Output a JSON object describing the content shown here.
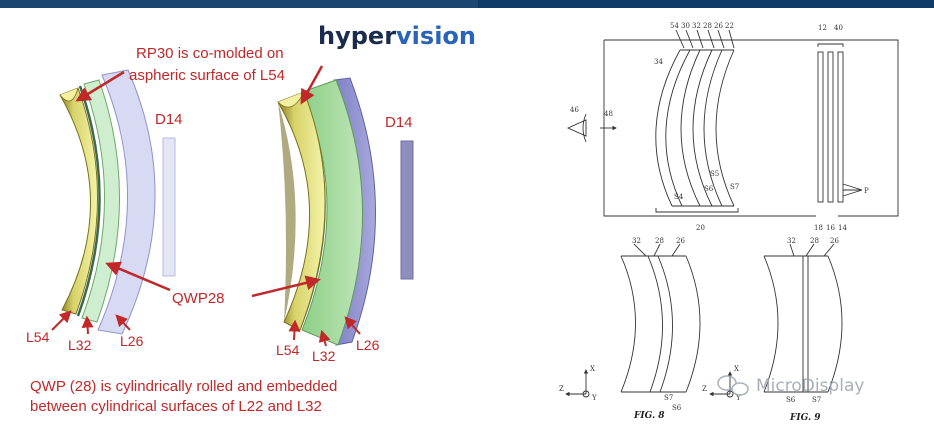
{
  "logo": {
    "part1": "hyper",
    "part2": "vision",
    "color1": "#1a2b4d",
    "color2": "#2a64b8"
  },
  "left_diagram": {
    "title_line1": "RP30 is co-molded on",
    "title_line2": "aspheric surface of L54",
    "d14_label_a": "D14",
    "d14_label_b": "D14",
    "qwp_label": "QWP28",
    "lens_labels_a": [
      "L54",
      "L32",
      "L26"
    ],
    "lens_labels_b": [
      "L54",
      "L32",
      "L26"
    ],
    "bottom_line1": "QWP (28) is cylindrically rolled and embedded",
    "bottom_line2": "between cylindrical surfaces of L22 and L32",
    "colors": {
      "red": "#c0282a",
      "yellow": "#eef08a",
      "green": "#a8d8a0",
      "purple": "#9a9ad0",
      "lavender": "#d8daf3"
    }
  },
  "patent": {
    "top_numbers": [
      "54",
      "30",
      "32",
      "28",
      "26",
      "22"
    ],
    "right_numbers": [
      "12",
      "40"
    ],
    "left_labels": [
      "46",
      "48",
      "34"
    ],
    "inner_labels": [
      "S5",
      "S6",
      "S7",
      "S4"
    ],
    "bottom_numbers": [
      "20",
      "18",
      "16",
      "14"
    ],
    "p_label": "P",
    "fig8_numbers": [
      "32",
      "28",
      "26"
    ],
    "fig8_surfaces": [
      "S7",
      "S6"
    ],
    "fig9_numbers": [
      "32",
      "28",
      "26"
    ],
    "fig9_surfaces": [
      "S6",
      "S7"
    ],
    "axes": {
      "x": "X",
      "y": "Y",
      "z": "Z"
    },
    "fig8_caption": "FIG. 8",
    "fig9_caption": "FIG. 9"
  },
  "watermark": "MicroDisplay"
}
